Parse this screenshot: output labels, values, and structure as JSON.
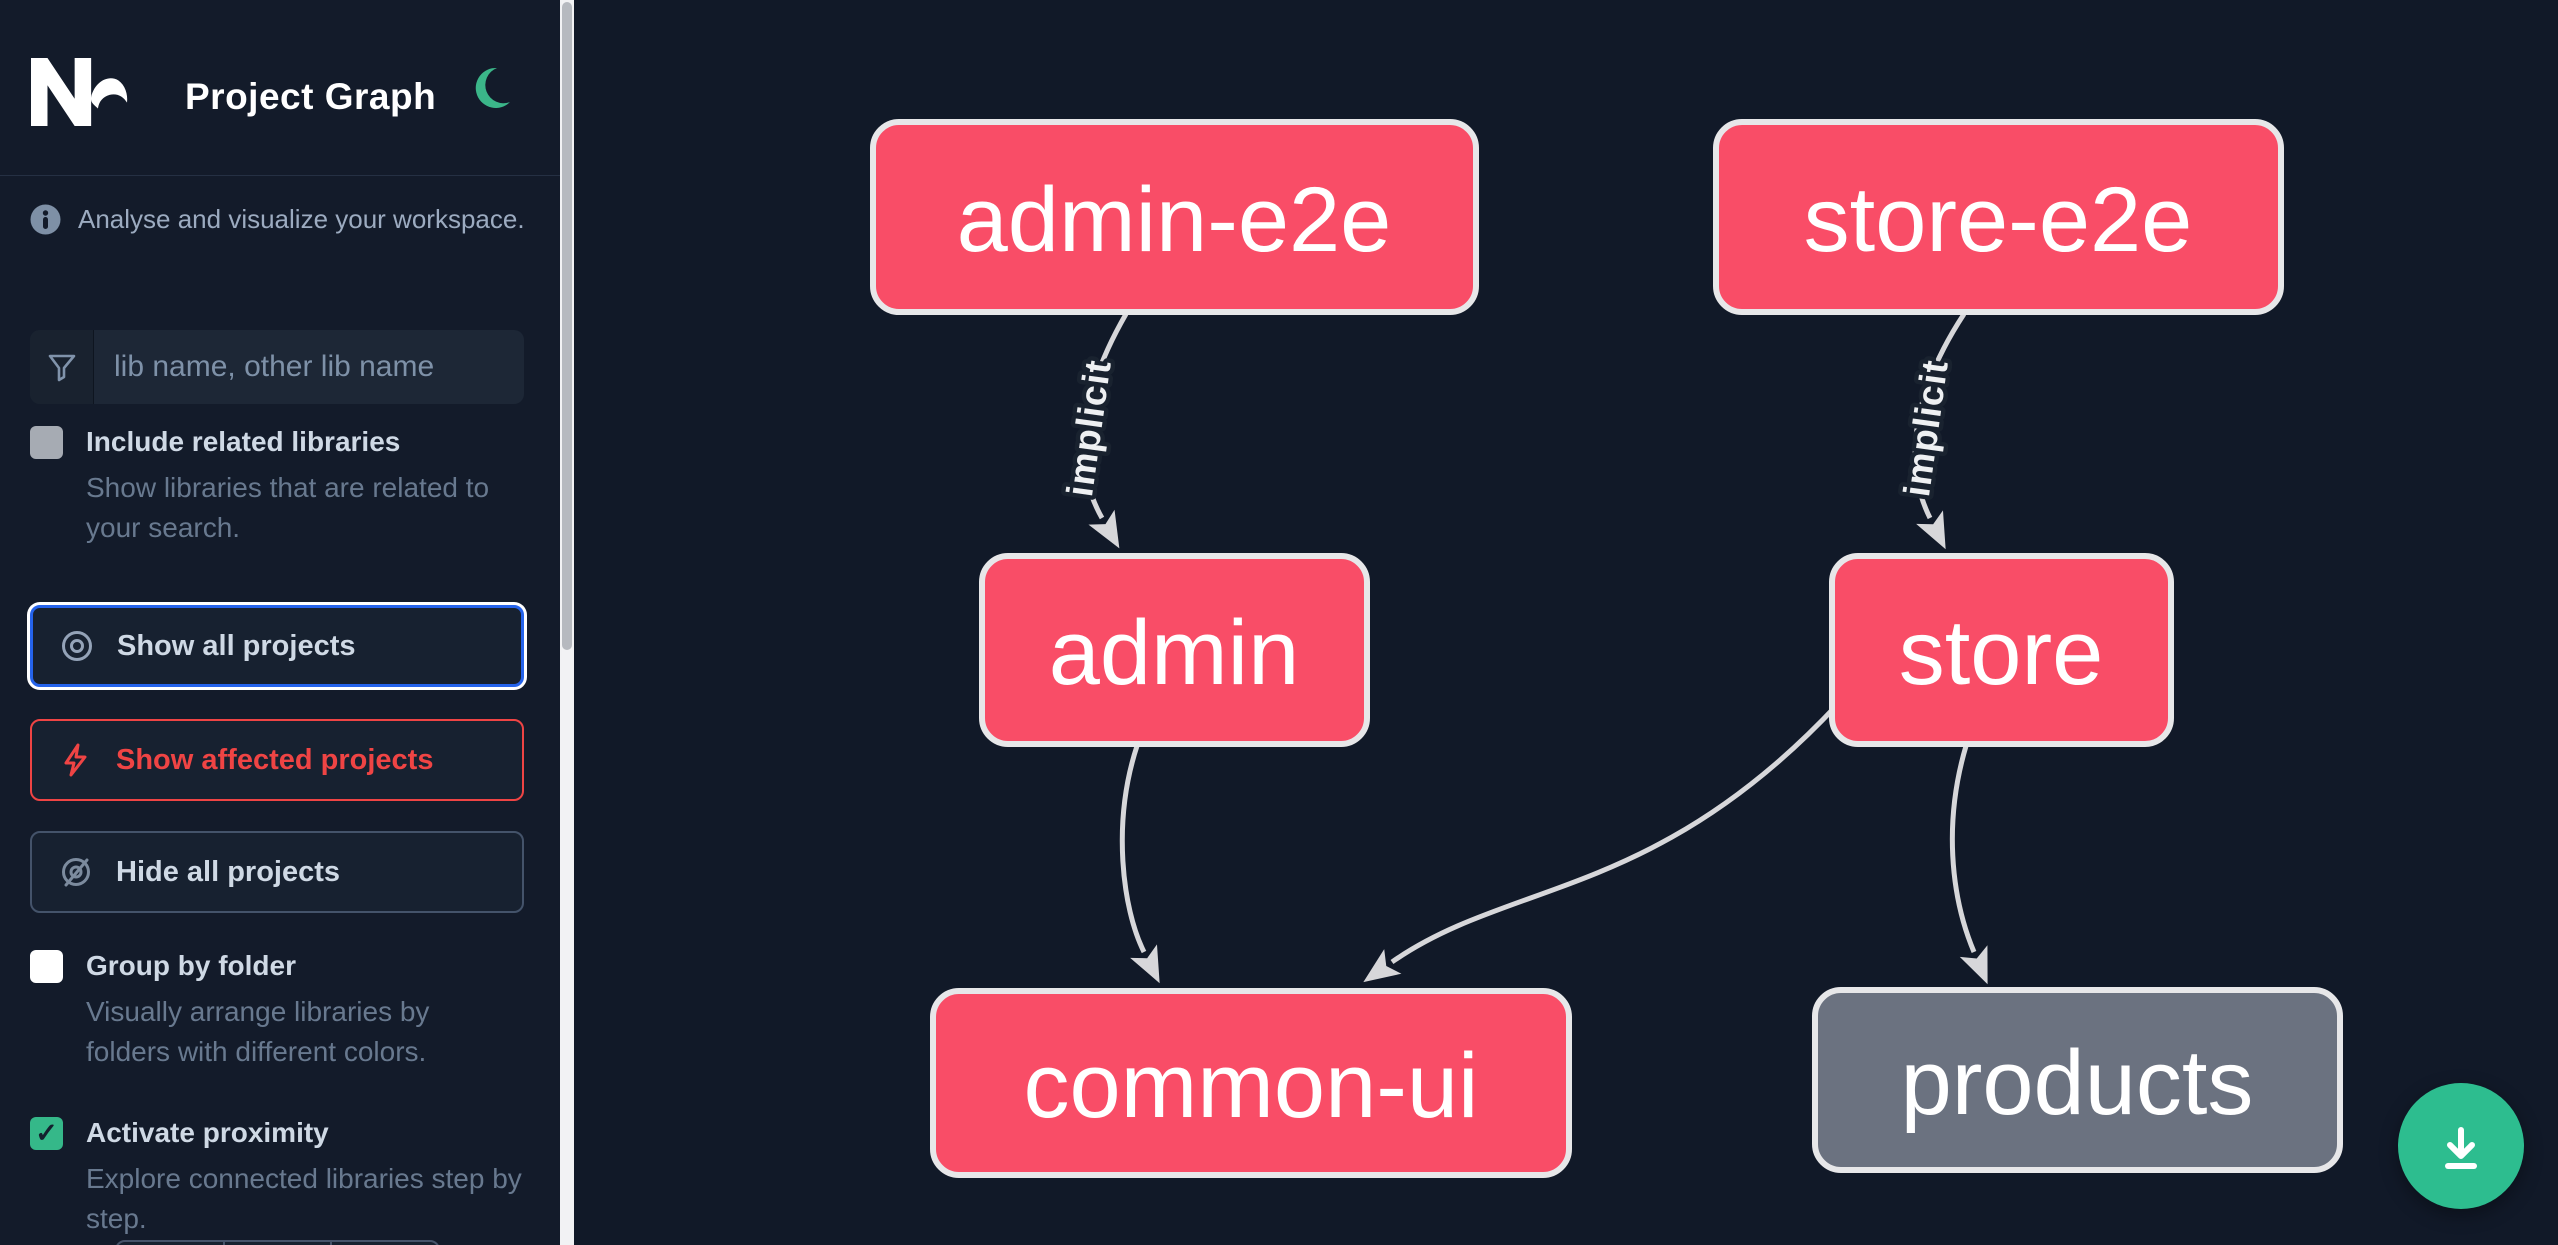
{
  "header": {
    "title": "Project Graph"
  },
  "sidebar": {
    "tagline": "Analyse and visualize your workspace.",
    "search_placeholder": "lib name, other lib name",
    "include_related": {
      "label": "Include related libraries",
      "description": "Show libraries that are related to your search.",
      "checked": false
    },
    "actions": {
      "show_all": "Show all projects",
      "show_affected": "Show affected projects",
      "hide_all": "Hide all projects"
    },
    "group_by_folder": {
      "label": "Group by folder",
      "description": "Visually arrange libraries by folders with different colors.",
      "checked": false
    },
    "proximity": {
      "label": "Activate proximity",
      "description": "Explore connected libraries step by step.",
      "checked": true,
      "check_glyph": "✓"
    }
  },
  "graph": {
    "nodes": [
      {
        "id": "admin-e2e",
        "label": "admin-e2e",
        "kind": "app"
      },
      {
        "id": "store-e2e",
        "label": "store-e2e",
        "kind": "app"
      },
      {
        "id": "admin",
        "label": "admin",
        "kind": "app"
      },
      {
        "id": "store",
        "label": "store",
        "kind": "app"
      },
      {
        "id": "common-ui",
        "label": "common-ui",
        "kind": "lib"
      },
      {
        "id": "products",
        "label": "products",
        "kind": "lib-unfocused"
      }
    ],
    "edges": [
      {
        "from": "admin-e2e",
        "to": "admin",
        "label": "implicit"
      },
      {
        "from": "store-e2e",
        "to": "store",
        "label": "implicit"
      },
      {
        "from": "admin",
        "to": "common-ui",
        "label": ""
      },
      {
        "from": "store",
        "to": "common-ui",
        "label": ""
      },
      {
        "from": "store",
        "to": "products",
        "label": ""
      }
    ]
  },
  "colors": {
    "node_focused": "#f94d67",
    "node_unfocused": "#6b7280",
    "node_border": "#e7e7e9",
    "edge": "#d7d7da",
    "accent_green": "#2dbd8f",
    "accent_blue": "#2563eb",
    "accent_red": "#ef4444",
    "background": "#131b2a"
  }
}
